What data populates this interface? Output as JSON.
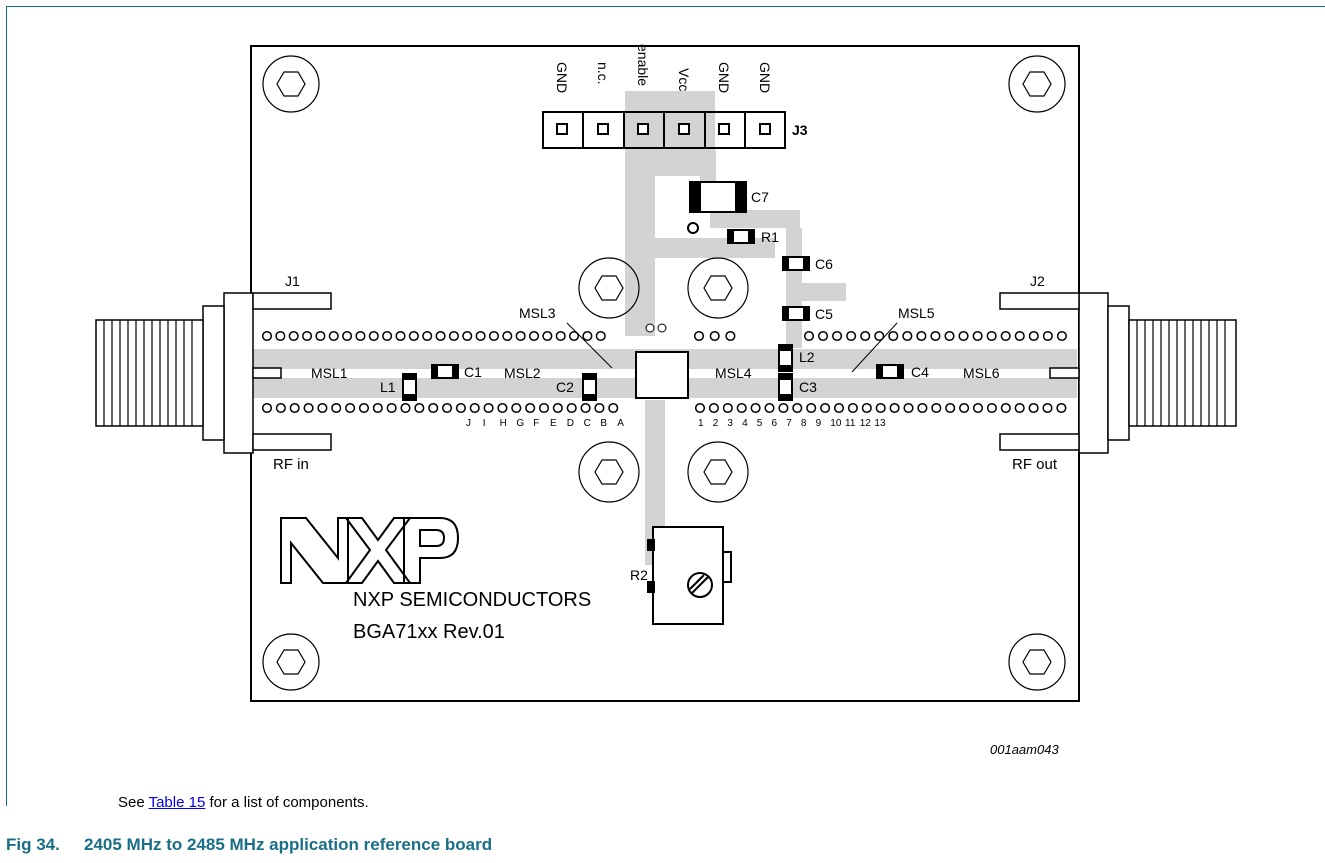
{
  "connector_j3": {
    "label": "J3",
    "pins": [
      "GND",
      "n.c.",
      "enable",
      "Vcc",
      "GND",
      "GND"
    ]
  },
  "labels": {
    "j1": "J1",
    "j2": "J2",
    "rf_in": "RF in",
    "rf_out": "RF out",
    "msl1": "MSL1",
    "msl2": "MSL2",
    "msl3": "MSL3",
    "msl4": "MSL4",
    "msl5": "MSL5",
    "msl6": "MSL6",
    "c1": "C1",
    "c2": "C2",
    "c3": "C3",
    "c4": "C4",
    "c5": "C5",
    "c6": "C6",
    "c7": "C7",
    "l1": "L1",
    "l2": "L2",
    "r1": "R1",
    "r2": "R2"
  },
  "letter_scale": [
    "J",
    "I",
    "H",
    "G",
    "F",
    "E",
    "D",
    "C",
    "B",
    "A"
  ],
  "number_scale": [
    "1",
    "2",
    "3",
    "4",
    "5",
    "6",
    "7",
    "8",
    "9",
    "10",
    "11",
    "12",
    "13"
  ],
  "board_text": {
    "company": "NXP SEMICONDUCTORS",
    "product": "BGA71xx  Rev.01"
  },
  "figure_id": "001aam043",
  "note": {
    "before": "See ",
    "link": "Table 15",
    "after": " for a list of components."
  },
  "caption": {
    "number": "Fig 34.",
    "title": "2405 MHz to 2485 MHz application reference board"
  }
}
